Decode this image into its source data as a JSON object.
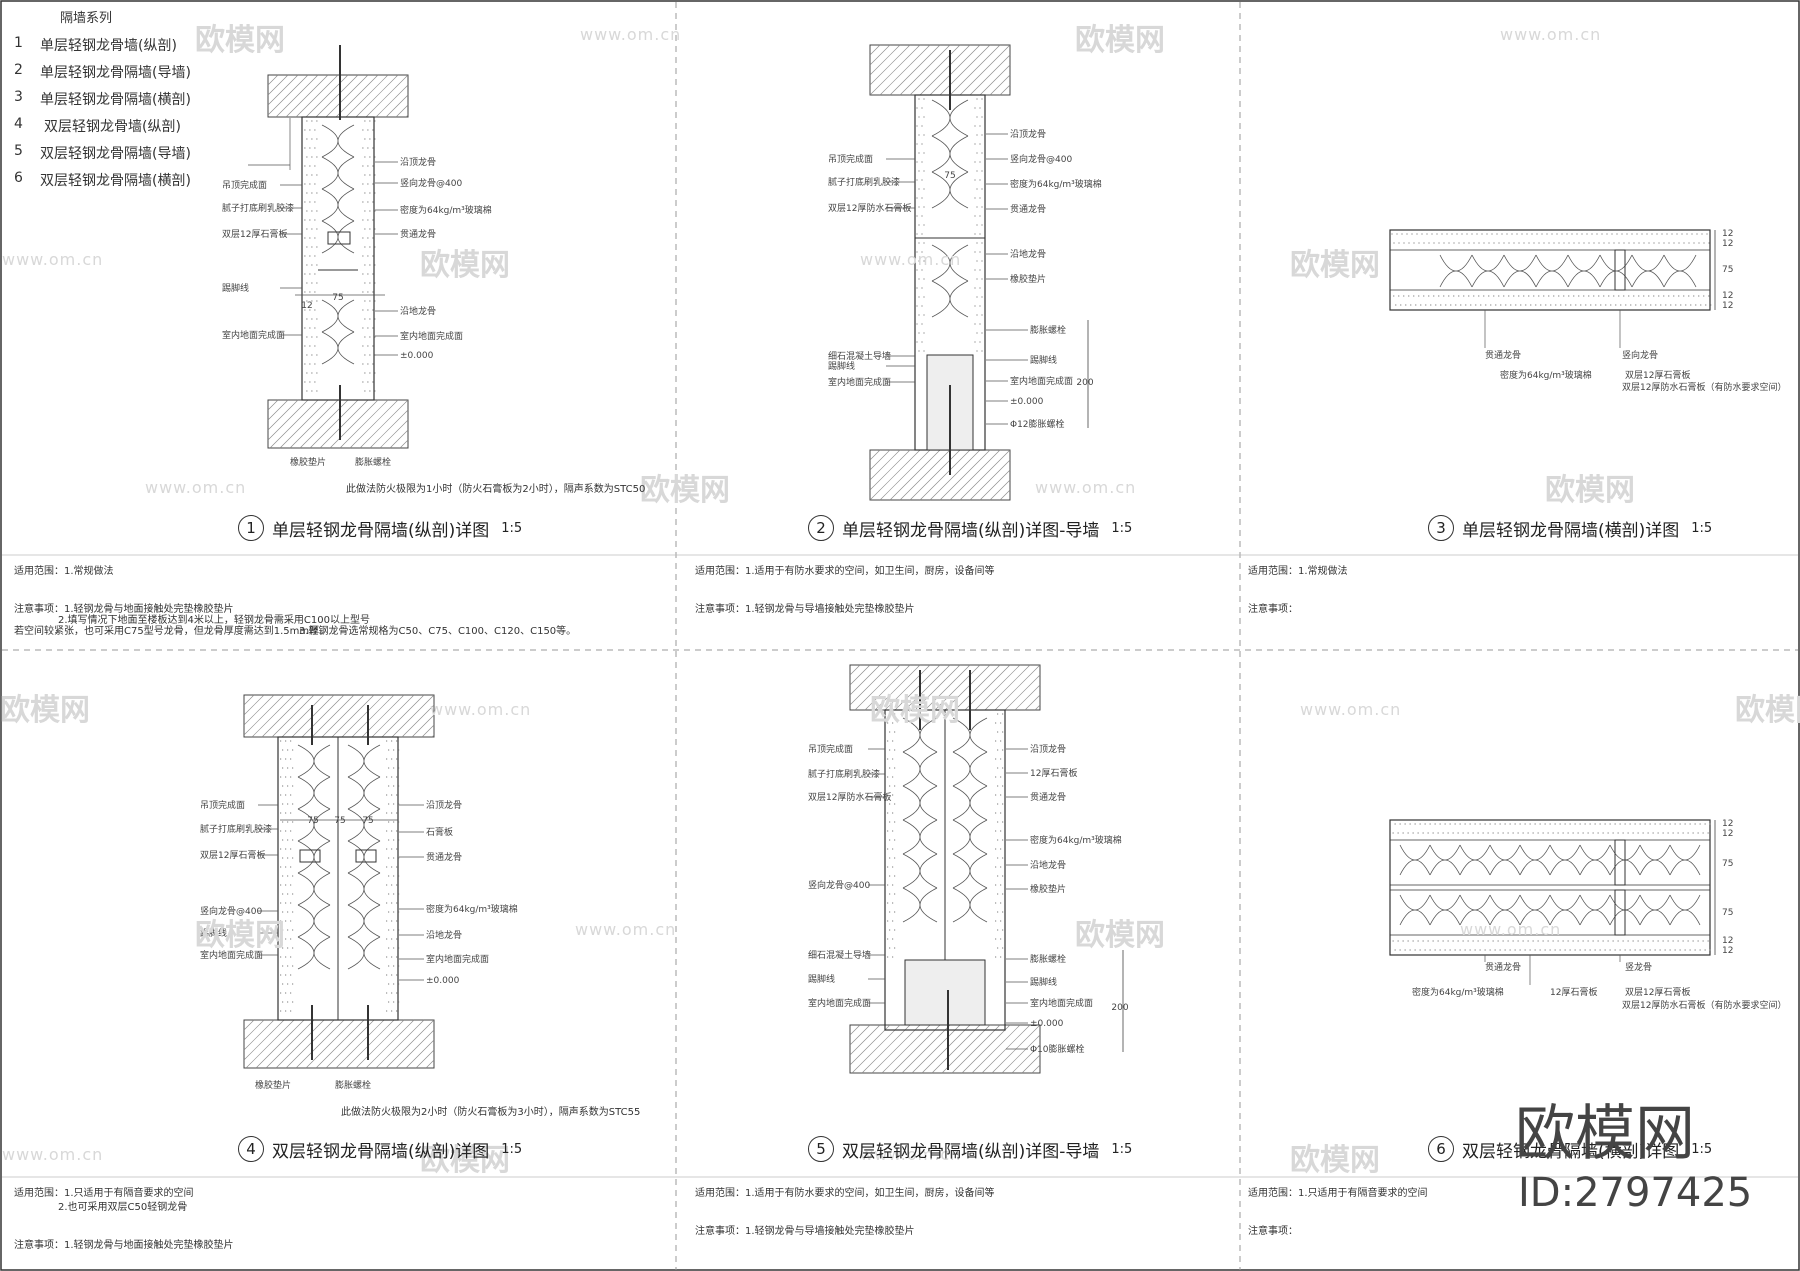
{
  "index": {
    "title": "隔墙系列",
    "items": [
      {
        "num": "1",
        "name": "单层轻钢龙骨墙(纵剖)"
      },
      {
        "num": "2",
        "name": "单层轻钢龙骨隔墙(导墙)"
      },
      {
        "num": "3",
        "name": "单层轻钢龙骨隔墙(横剖)"
      },
      {
        "num": "4",
        "name": "双层轻钢龙骨墙(纵剖)"
      },
      {
        "num": "5",
        "name": "双层轻钢龙骨隔墙(导墙)"
      },
      {
        "num": "6",
        "name": "双层轻钢龙骨隔墙(横剖)"
      }
    ]
  },
  "panels": [
    {
      "num": "1",
      "title": "单层轻钢龙骨隔墙(纵剖)详图",
      "scale": "1:5",
      "scope": "适用范围：1.常规做法",
      "notes": [
        "注意事项：1.轻钢龙骨与地面接触处完垫橡胶垫片",
        "2.填写情况下地面至楼板达到4米以上，轻钢龙骨需采用C100以上型号",
        "若空间较紧张，也可采用C75型号龙骨，但龙骨厚度需达到1.5mm厚。",
        "3.轻钢龙骨选常规格为C50、C75、C100、C120、C150等。"
      ],
      "fire": "此做法防火极限为1小时（防火石膏板为2小时），隔声系数为STC50",
      "labels": [
        "沿顶龙骨",
        "竖向龙骨@400",
        "密度为64kg/m³玻璃棉",
        "贯通龙骨",
        "沿地龙骨",
        "室内地面完成面",
        "±0.000",
        "吊顶完成面",
        "腻子打底刷乳胶漆",
        "双层12厚石膏板",
        "踢脚线",
        "室内地面完成面",
        "橡胶垫片",
        "膨胀螺栓",
        "75",
        "12"
      ]
    },
    {
      "num": "2",
      "title": "单层轻钢龙骨隔墙(纵剖)详图-导墙",
      "scale": "1:5",
      "scope": "适用范围：1.适用于有防水要求的空间，如卫生间，厨房，设备间等",
      "notes": [
        "注意事项：1.轻钢龙骨与导墙接触处完垫橡胶垫片"
      ],
      "labels": [
        "沿顶龙骨",
        "竖向龙骨@400",
        "密度为64kg/m³玻璃棉",
        "贯通龙骨",
        "沿地龙骨",
        "橡胶垫片",
        "膨胀螺栓",
        "踢脚线",
        "室内地面完成面",
        "±0.000",
        "Φ12膨胀螺栓",
        "吊顶完成面",
        "腻子打底刷乳胶漆",
        "双层12厚防水石膏板",
        "踢脚线",
        "细石混凝土导墙",
        "室内地面完成面",
        "200",
        "75"
      ]
    },
    {
      "num": "3",
      "title": "单层轻钢龙骨隔墙(横剖)详图",
      "scale": "1:5",
      "scope": "适用范围：1.常规做法",
      "notes": [
        "注意事项："
      ],
      "labels": [
        "贯通龙骨",
        "竖向龙骨",
        "密度为64kg/m³玻璃棉",
        "双层12厚石膏板",
        "双层12厚防水石膏板（有防水要求空间）",
        "12",
        "12",
        "75",
        "12",
        "12"
      ]
    },
    {
      "num": "4",
      "title": "双层轻钢龙骨隔墙(纵剖)详图",
      "scale": "1:5",
      "scope": "适用范围：1.只适用于有隔音要求的空间",
      "scope2": "2.也可采用双层C50轻钢龙骨",
      "notes": [
        "注意事项：1.轻钢龙骨与地面接触处完垫橡胶垫片"
      ],
      "fire": "此做法防火极限为2小时（防火石膏板为3小时），隔声系数为STC55",
      "labels": [
        "沿顶龙骨",
        "石膏板",
        "贯通龙骨",
        "密度为64kg/m³玻璃棉",
        "沿地龙骨",
        "室内地面完成面",
        "±0.000",
        "吊顶完成面",
        "腻子打底刷乳胶漆",
        "双层12厚石膏板",
        "竖向龙骨@400",
        "踢脚线",
        "室内地面完成面",
        "橡胶垫片",
        "膨胀螺栓",
        "75",
        "75",
        "75"
      ]
    },
    {
      "num": "5",
      "title": "双层轻钢龙骨隔墙(纵剖)详图-导墙",
      "scale": "1:5",
      "scope": "适用范围：1.适用于有防水要求的空间，如卫生间，厨房，设备间等",
      "notes": [
        "注意事项：1.轻钢龙骨与导墙接触处完垫橡胶垫片"
      ],
      "labels": [
        "沿顶龙骨",
        "12厚石膏板",
        "贯通龙骨",
        "密度为64kg/m³玻璃棉",
        "沿地龙骨",
        "橡胶垫片",
        "膨胀螺栓",
        "踢脚线",
        "室内地面完成面",
        "±0.000",
        "Φ10膨胀螺栓",
        "吊顶完成面",
        "腻子打底刷乳胶漆",
        "双层12厚防水石膏板",
        "竖向龙骨@400",
        "细石混凝土导墙",
        "踢脚线",
        "室内地面完成面",
        "200"
      ]
    },
    {
      "num": "6",
      "title": "双层轻钢龙骨隔墙(横剖)详图",
      "scale": "1:5",
      "scope": "适用范围：1.只适用于有隔音要求的空间",
      "notes": [
        "注意事项："
      ],
      "labels": [
        "贯通龙骨",
        "竖龙骨",
        "密度为64kg/m³玻璃棉",
        "12厚石膏板",
        "双层12厚石膏板",
        "双层12厚防水石膏板（有防水要求空间）",
        "12",
        "12",
        "75",
        "75",
        "12",
        "12"
      ]
    }
  ],
  "watermark": {
    "brand": "欧模网",
    "url": "www.om.cn",
    "id": "ID:2797425"
  },
  "colors": {
    "line": "#333333",
    "hatch": "#666666",
    "watermark": "#d8d8d8"
  }
}
